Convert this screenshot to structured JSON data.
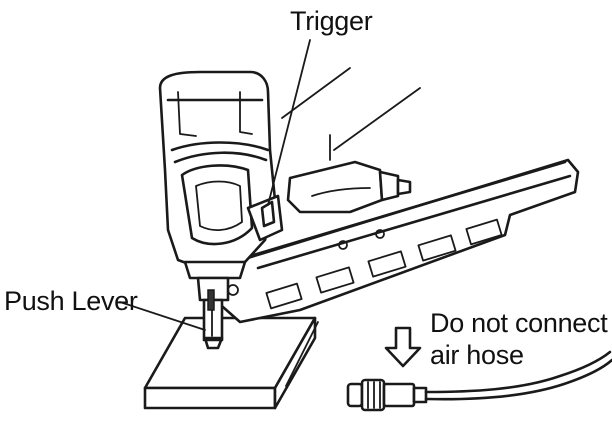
{
  "labels": {
    "trigger": "Trigger",
    "push_lever": "Push Lever",
    "hose_line1": "Do not connect",
    "hose_line2": "air hose"
  },
  "colors": {
    "ink": "#1a1a1a",
    "background": "#ffffff"
  }
}
